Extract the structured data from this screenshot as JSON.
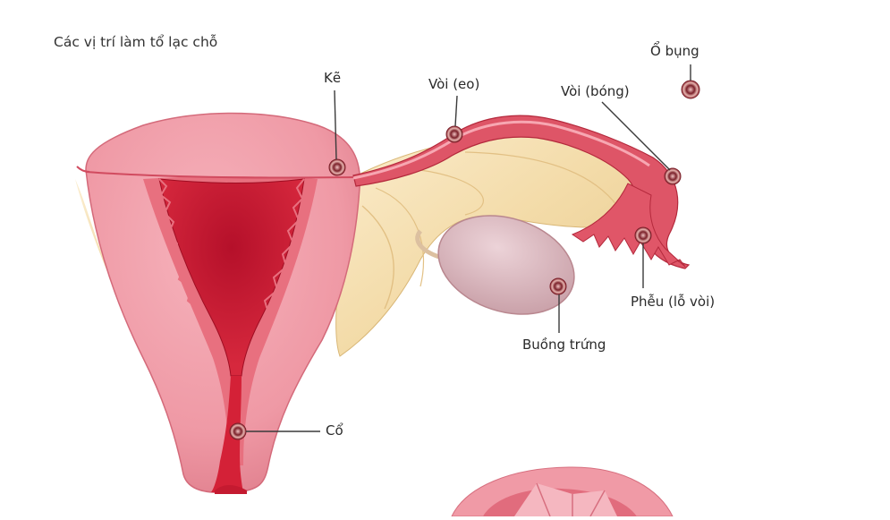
{
  "title": "Các vị trí làm tổ lạc chỗ",
  "labels": {
    "interstitial": "Kẽ",
    "isthmus": "Vòi (eo)",
    "ampulla": "Vòi (bóng)",
    "abdominal": "Ổ bụng",
    "infundibulum": "Phễu (lỗ vòi)",
    "ovary": "Buồng trứng",
    "cervix": "Cổ"
  },
  "colors": {
    "uterus_wall": "#f2a3ad",
    "uterus_dark": "#c53a4c",
    "cavity": "#c8102a",
    "tube": "#d9475a",
    "ligament": "#f1dcae",
    "ovary": "#ddc0c6",
    "implant": "#9a2f3a"
  }
}
